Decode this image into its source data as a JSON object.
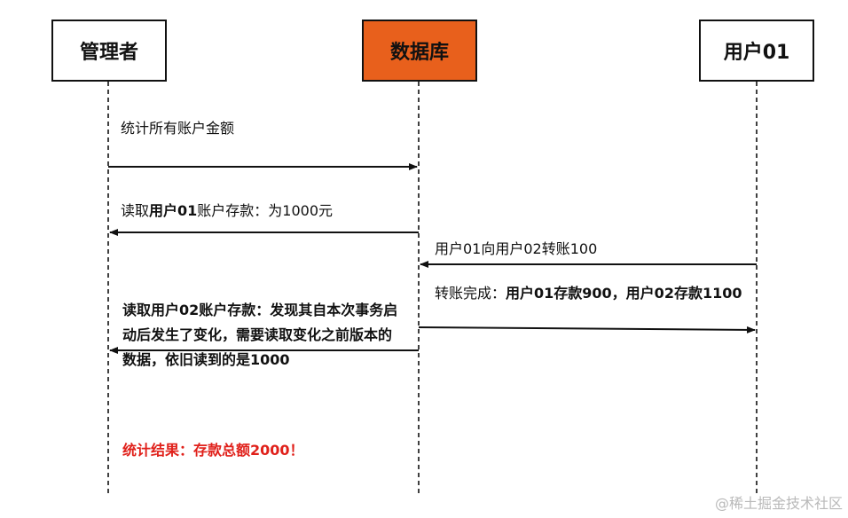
{
  "actors": {
    "admin": "管理者",
    "database": "数据库",
    "user": "用户01"
  },
  "messages": {
    "m1": "统计所有账户金额",
    "m2_prefix": "读取",
    "m2_bold": "用户01",
    "m2_suffix": "账户存款：为1000元",
    "m3": "用户01向用户02转账100",
    "m4_prefix": "转账完成：",
    "m4_bold": "用户01存款900，用户02存款1100",
    "m5": "读取用户02账户存款：发现其自本次事务启动后发生了变化，需要读取变化之前版本的数据，依旧读到的是1000",
    "m6": "统计结果：存款总额2000！"
  },
  "watermark": "@稀土掘金技术社区",
  "colors": {
    "database_fill": "#e8601c",
    "result_text": "#e0201a"
  }
}
